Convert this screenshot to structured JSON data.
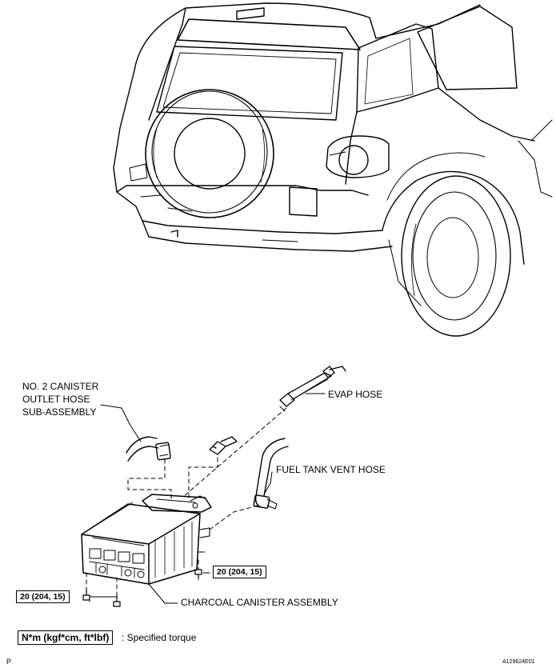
{
  "labels": {
    "no2_canister_line1": "NO. 2 CANISTER",
    "no2_canister_line2": "OUTLET HOSE",
    "no2_canister_line3": "SUB-ASSEMBLY",
    "evap_hose": "EVAP HOSE",
    "fuel_tank_vent_hose": "FUEL TANK VENT HOSE",
    "charcoal_canister_assembly": "CHARCOAL CANISTER ASSEMBLY"
  },
  "torques": {
    "right": "20 (204, 15)",
    "left": "20 (204, 15)"
  },
  "legend": {
    "unit": "N*m (kgf*cm, ft*lbf)",
    "text": ": Specified torque"
  },
  "corner": {
    "left": "P",
    "right": "A129624E01"
  }
}
